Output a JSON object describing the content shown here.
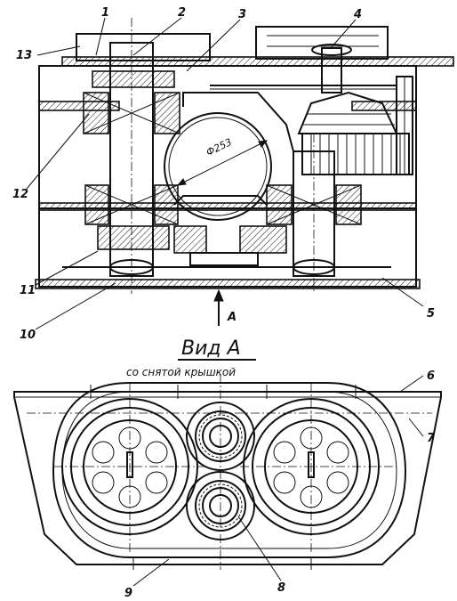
{
  "drawing": {
    "view_a_title": "Вид А",
    "view_a_subtitle": "со снятой крышкой",
    "view_arrow_label": "А",
    "diameter_dim": "Ф253",
    "part_labels": [
      "1",
      "2",
      "3",
      "4",
      "5",
      "6",
      "7",
      "8",
      "9",
      "10",
      "11",
      "12",
      "13"
    ]
  }
}
